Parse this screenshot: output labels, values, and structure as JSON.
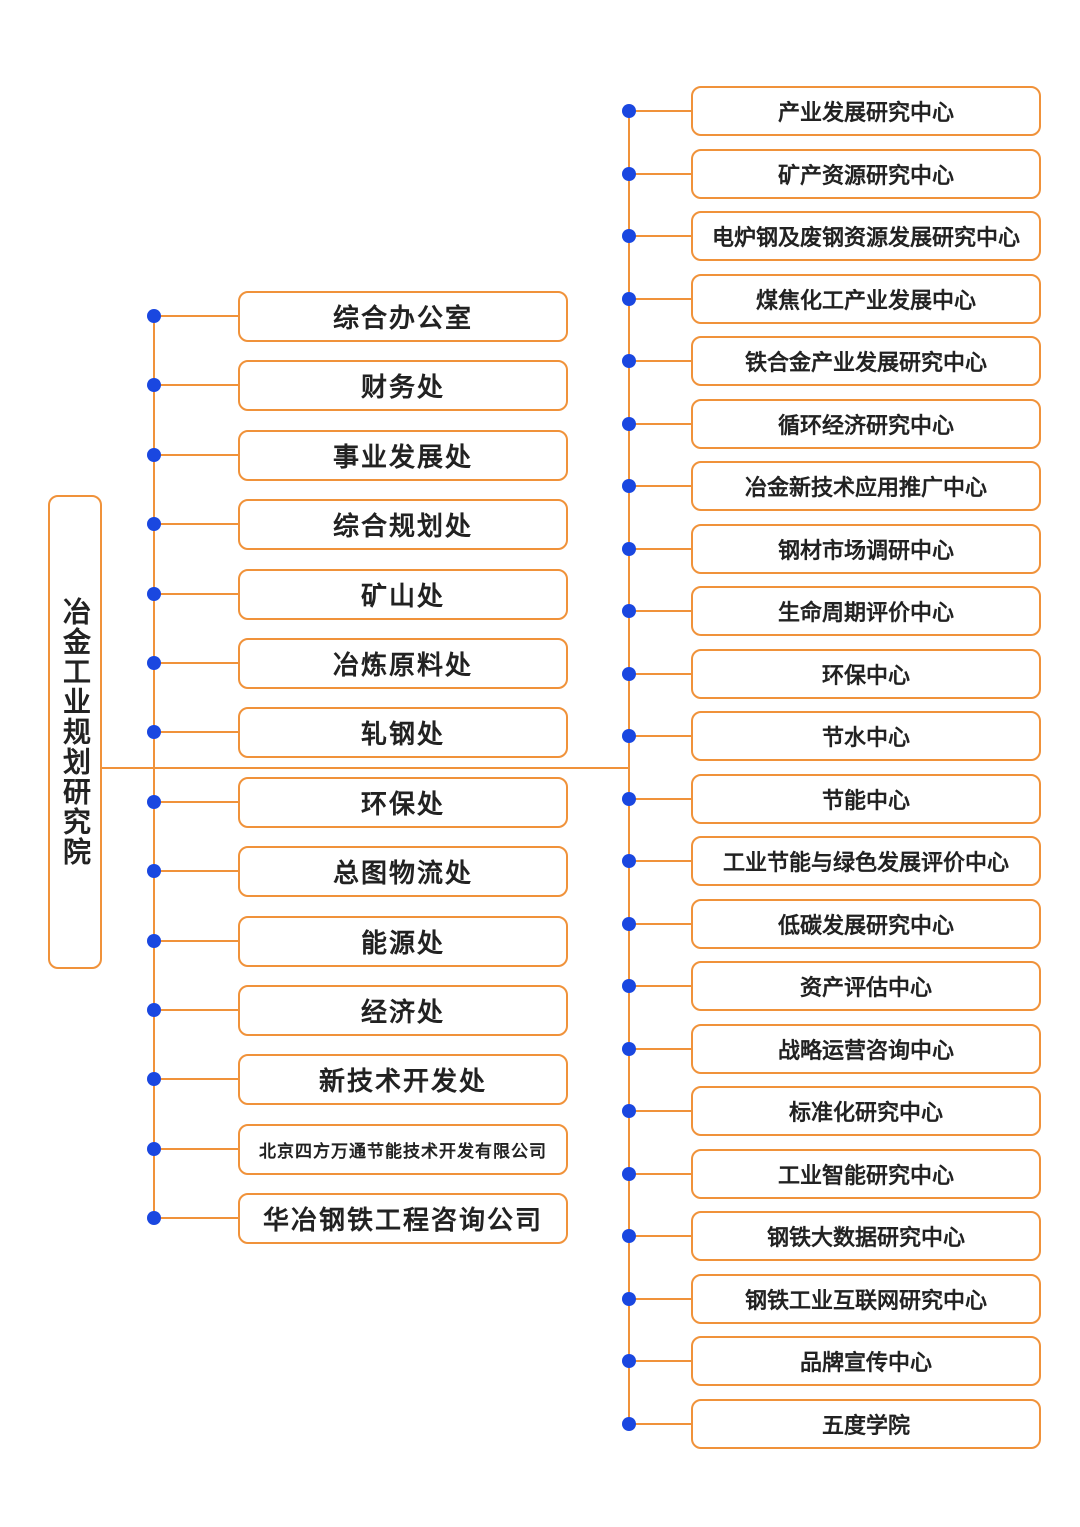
{
  "root": {
    "label": "冶金工业规划研究院"
  },
  "departments": [
    {
      "label": "综合办公室"
    },
    {
      "label": "财务处"
    },
    {
      "label": "事业发展处"
    },
    {
      "label": "综合规划处"
    },
    {
      "label": "矿山处"
    },
    {
      "label": "冶炼原料处"
    },
    {
      "label": "轧钢处"
    },
    {
      "label": "环保处"
    },
    {
      "label": "总图物流处"
    },
    {
      "label": "能源处"
    },
    {
      "label": "经济处"
    },
    {
      "label": "新技术开发处"
    },
    {
      "label": "北京四方万通节能技术开发有限公司"
    },
    {
      "label": "华冶钢铁工程咨询公司"
    }
  ],
  "centers": [
    {
      "label": "产业发展研究中心"
    },
    {
      "label": "矿产资源研究中心"
    },
    {
      "label": "电炉钢及废钢资源发展研究中心"
    },
    {
      "label": "煤焦化工产业发展中心"
    },
    {
      "label": "铁合金产业发展研究中心"
    },
    {
      "label": "循环经济研究中心"
    },
    {
      "label": "冶金新技术应用推广中心"
    },
    {
      "label": "钢材市场调研中心"
    },
    {
      "label": "生命周期评价中心"
    },
    {
      "label": "环保中心"
    },
    {
      "label": "节水中心"
    },
    {
      "label": "节能中心"
    },
    {
      "label": "工业节能与绿色发展评价中心"
    },
    {
      "label": "低碳发展研究中心"
    },
    {
      "label": "资产评估中心"
    },
    {
      "label": "战略运营咨询中心"
    },
    {
      "label": "标准化研究中心"
    },
    {
      "label": "工业智能研究中心"
    },
    {
      "label": "钢铁大数据研究中心"
    },
    {
      "label": "钢铁工业互联网研究中心"
    },
    {
      "label": "品牌宣传中心"
    },
    {
      "label": "五度学院"
    }
  ],
  "colors": {
    "connector": "#f0923a",
    "node_dot": "#1a47e0",
    "text": "#222222"
  }
}
